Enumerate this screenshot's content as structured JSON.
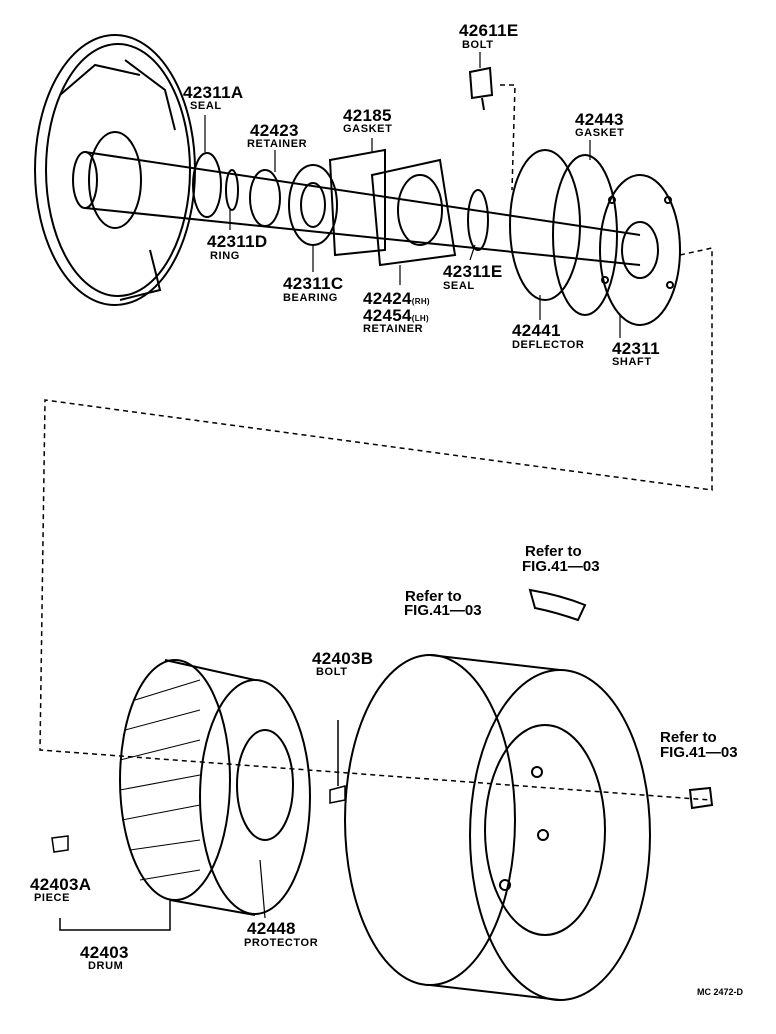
{
  "parts": {
    "p42611E": {
      "number": "42611E",
      "name": "BOLT"
    },
    "p42311A": {
      "number": "42311A",
      "name": "SEAL"
    },
    "p42423": {
      "number": "42423",
      "name": "RETAINER"
    },
    "p42185": {
      "number": "42185",
      "name": "GASKET"
    },
    "p42443": {
      "number": "42443",
      "name": "GASKET"
    },
    "p42311D": {
      "number": "42311D",
      "name": "RING"
    },
    "p42311C": {
      "number": "42311C",
      "name": "BEARING"
    },
    "p42424": {
      "number": "42424",
      "side": "(RH)",
      "number2": "42454",
      "side2": "(LH)",
      "name": "RETAINER"
    },
    "p42311E": {
      "number": "42311E",
      "name": "SEAL"
    },
    "p42441": {
      "number": "42441",
      "name": "DEFLECTOR"
    },
    "p42311": {
      "number": "42311",
      "name": "SHAFT"
    },
    "p42403B": {
      "number": "42403B",
      "name": "BOLT"
    },
    "p42403A": {
      "number": "42403A",
      "name": "PIECE"
    },
    "p42448": {
      "number": "42448",
      "name": "PROTECTOR"
    },
    "p42403": {
      "number": "42403",
      "name": "DRUM"
    }
  },
  "refs": [
    {
      "line1": "Refer to",
      "line2": "FIG.41—03"
    },
    {
      "line1": "Refer to",
      "line2": "FIG.41—03"
    },
    {
      "line1": "Refer to",
      "line2": "FIG.41—03"
    }
  ],
  "diagram_code": "MC 2472-D"
}
